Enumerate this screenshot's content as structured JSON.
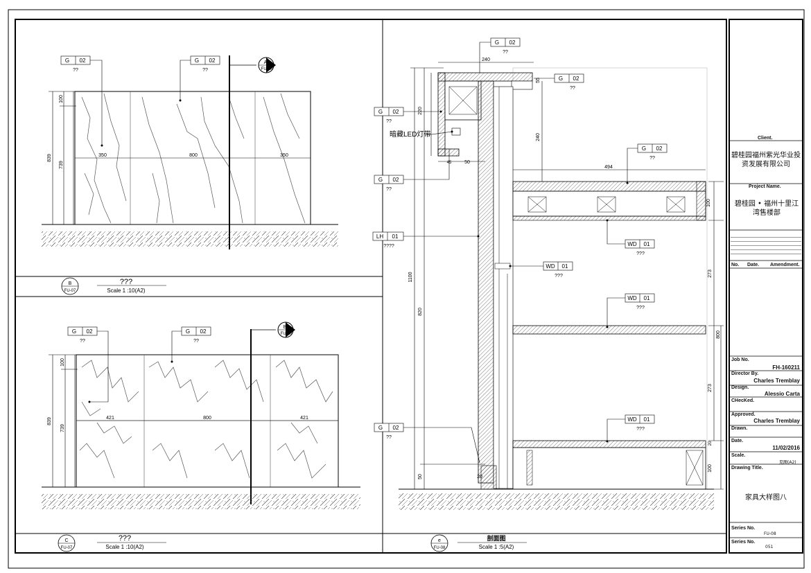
{
  "tag": {
    "mark": "G",
    "code": "02",
    "sub": "??"
  },
  "tag_lh": {
    "mark": "LH",
    "code": "01",
    "sub": "????"
  },
  "tag_wd": {
    "mark": "WD",
    "code": "01",
    "sub": "???"
  },
  "callouts": {
    "a": {
      "letter": "A",
      "ref": "FU-10"
    },
    "b": {
      "letter": "B",
      "ref": "FU-10"
    }
  },
  "panel_b": {
    "dims_v": [
      "100",
      "739",
      "839"
    ],
    "dims_h": [
      "350",
      "800",
      "350"
    ],
    "title": "???",
    "scale": "Scale 1 :10(A2)",
    "marker": {
      "letter": "B",
      "ref": "FU-07"
    }
  },
  "panel_c": {
    "dims_v": [
      "100",
      "739",
      "839"
    ],
    "dims_h": [
      "421",
      "800",
      "421"
    ],
    "title": "???",
    "scale": "Scale 1 :10(A2)",
    "marker": {
      "letter": "C",
      "ref": "FU-07"
    }
  },
  "panel_e": {
    "dims": [
      "240",
      "55",
      "220",
      "240",
      "45",
      "50",
      "494",
      "100",
      "1100",
      "820",
      "273",
      "273",
      "800",
      "100",
      "50",
      "20",
      "20"
    ],
    "led_label": "暗藏LED灯带",
    "title": "剖面图",
    "scale": "Scale 1 :5(A2)",
    "marker": {
      "letter": "e",
      "ref": "FU-08"
    }
  },
  "title_block": {
    "client_label": "Client.",
    "client": "碧桂园福州紫光华业投资发展有限公司",
    "project_label": "Project Name.",
    "project": "碧桂园 • 福州十里江湾售楼部",
    "amend_no": "No.",
    "amend_date": "Date.",
    "amend_label": "Amendment.",
    "job_label": "Job No.",
    "job": "FH-160211",
    "director_label": "Director By.",
    "director": "Charles Tremblay",
    "design_label": "Design.",
    "design": "Alessio Carta",
    "checked_label": "CHecKed.",
    "approved_label": "Approved.",
    "approved": "Charles Tremblay",
    "drawn_label": "Drawn.",
    "date_label": "Date.",
    "date": "11/02/2016",
    "scale_label": "Scale.",
    "scale": "见图(A2)",
    "drawing_title_label": "Drawing Title.",
    "drawing_title": "家具大样图八",
    "series_label": "Series No.",
    "series": "FU-08",
    "series2_label": "Series No.",
    "series2": "051"
  }
}
